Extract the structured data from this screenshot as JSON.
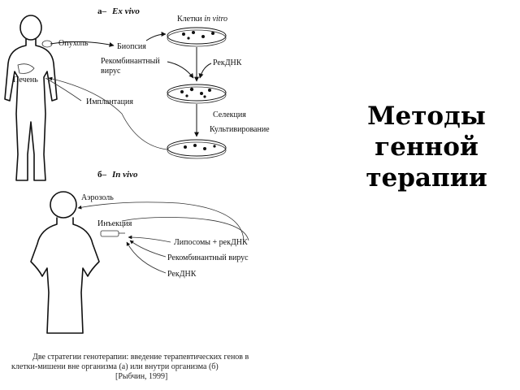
{
  "title": {
    "line1": "Методы",
    "line2": "генной",
    "line3": "терапии"
  },
  "panel_a": {
    "letter": "а–",
    "name": "Ex vivo",
    "cells_label": "Клетки",
    "cells_label_it": "in vitro",
    "tumor": "Опухоль",
    "biopsy": "Биопсия",
    "liver": "Печень",
    "recomb_line1": "Рекомбинантный",
    "recomb_line2": "вирус",
    "recdna": "РекДНК",
    "implant": "Имплантация",
    "selection": "Селекция",
    "cultivation": "Культивирование"
  },
  "panel_b": {
    "letter": "б–",
    "name": "In vivo",
    "aerosol": "Аэрозоль",
    "injection": "Инъекция",
    "liposomes": "Липосомы + рекДНК",
    "recomb_virus": "Рекомбинантный вирус",
    "recdna": "РекДНК"
  },
  "caption": {
    "line1": "Две стратегии генотерапии: введение терапевтических генов в",
    "line2": "клетки-мишени вне организма (а) или внутри организма (б)",
    "line3": "[Рыбчин, 1999]"
  }
}
